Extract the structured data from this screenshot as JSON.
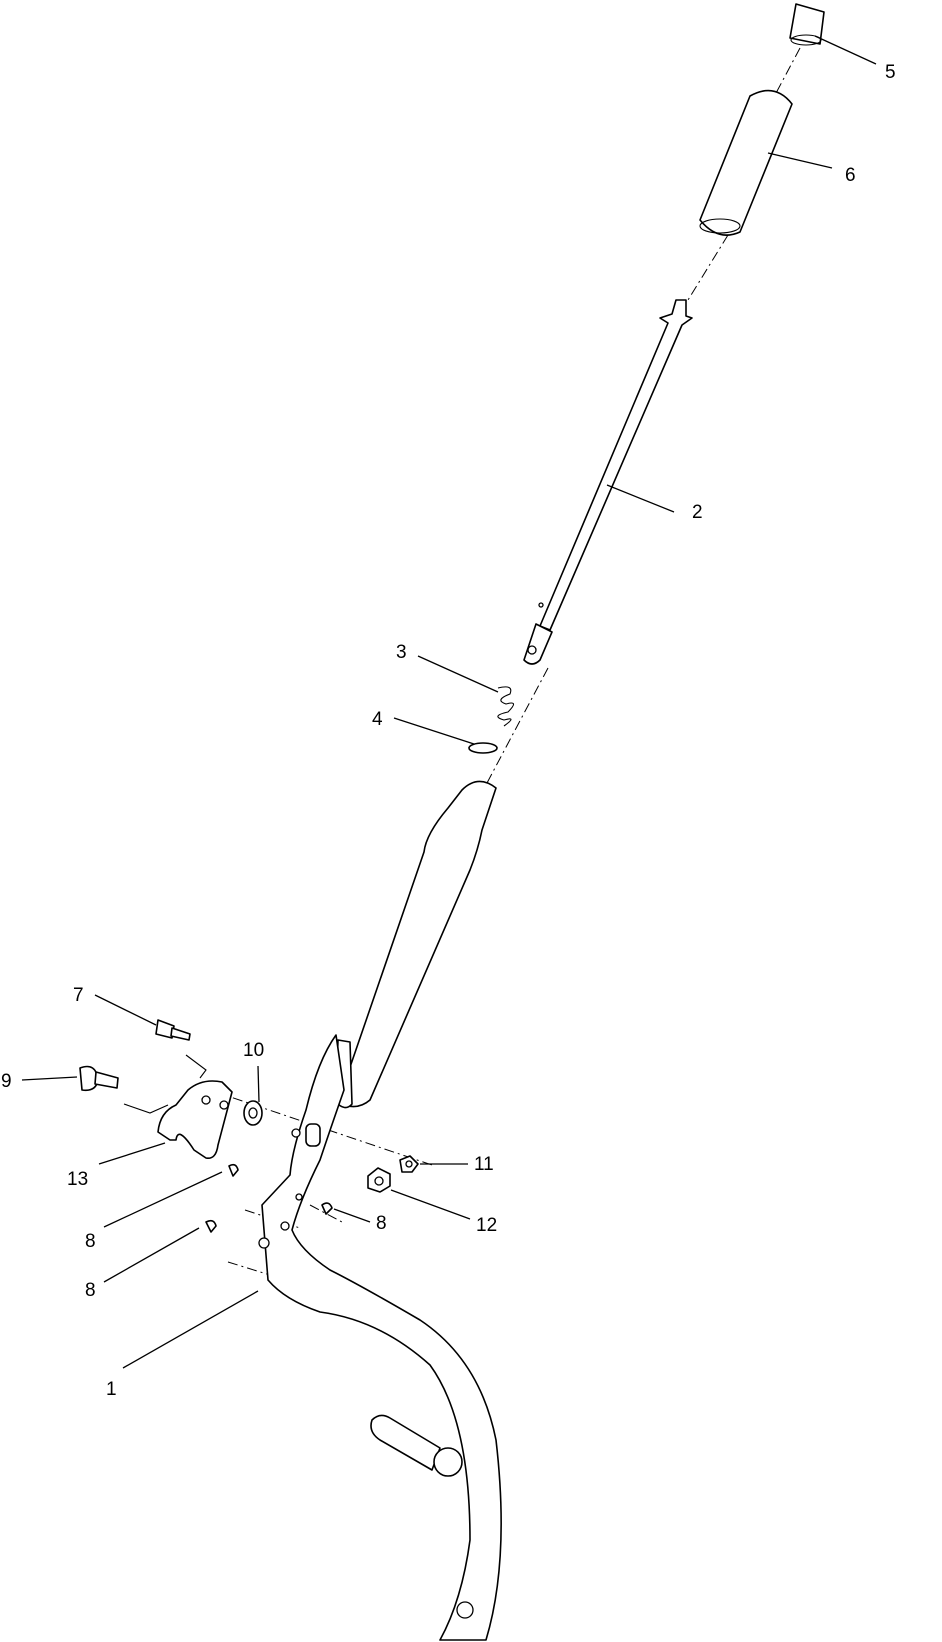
{
  "callouts": {
    "c1": "1",
    "c2": "2",
    "c3": "3",
    "c4": "4",
    "c5": "5",
    "c6": "6",
    "c7": "7",
    "c8a": "8",
    "c8b": "8",
    "c8c": "8",
    "c9": "9",
    "c10": "10",
    "c11": "11",
    "c12": "12",
    "c13": "13"
  },
  "colors": {
    "line": "#000000",
    "background": "#ffffff"
  }
}
